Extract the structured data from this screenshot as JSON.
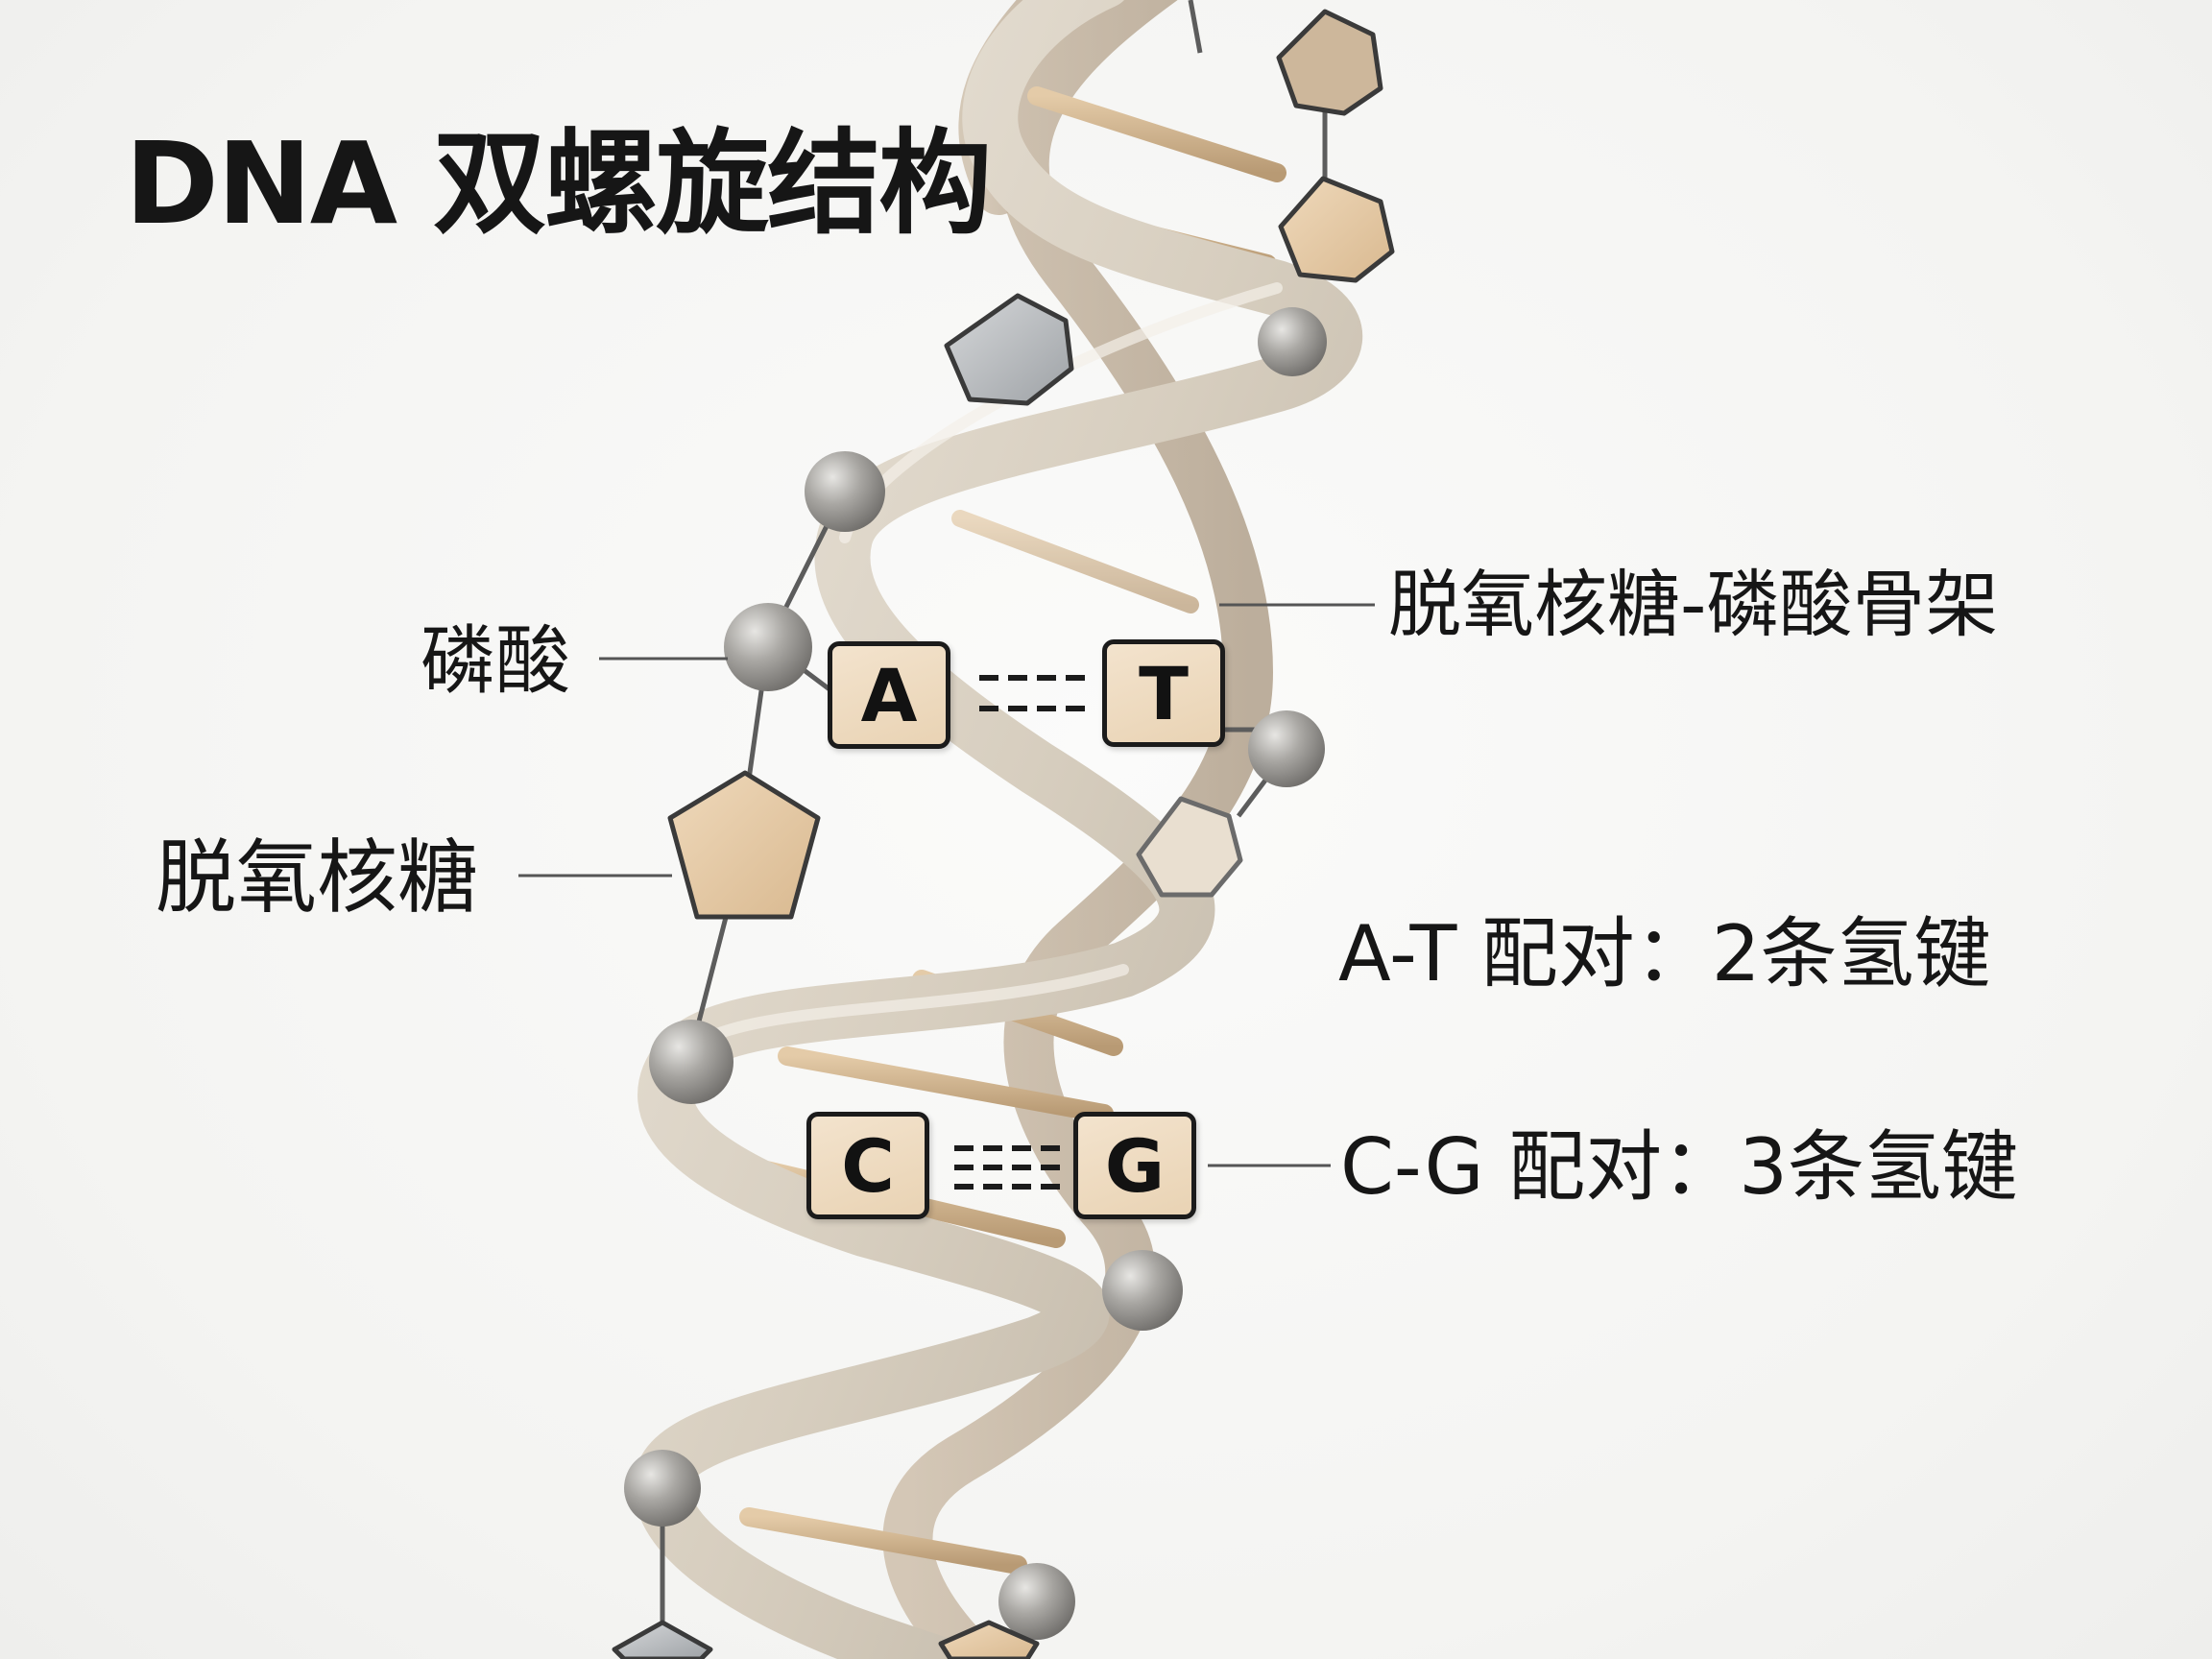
{
  "title": "DNA 双螺旋结构",
  "labels": {
    "phosphate": "磷酸",
    "deoxyribose": "脱氧核糖",
    "backbone": "脱氧核糖-磷酸骨架",
    "at_pairing": "A-T 配对：2条氢键",
    "cg_pairing": "C-G 配对：3条氢键"
  },
  "bases": {
    "a": "A",
    "t": "T",
    "c": "C",
    "g": "G"
  },
  "colors": {
    "strand": "#d9d1c4",
    "phosphate_sphere": "#9d9b97",
    "sugar_pentagon": "#e6cba6",
    "base_fill": "#efdcc2",
    "rung": "#d8bb96",
    "text": "#161616"
  }
}
